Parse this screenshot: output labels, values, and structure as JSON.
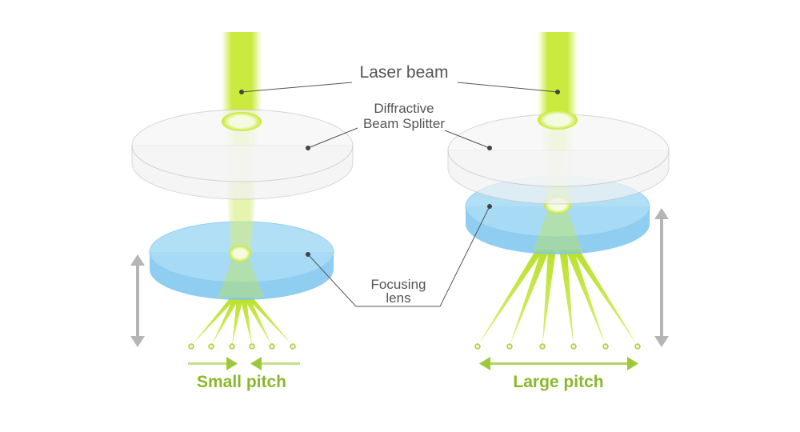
{
  "labels": {
    "laser_beam": "Laser beam",
    "splitter_line1": "Diffractive",
    "splitter_line2": "Beam Splitter",
    "lens_line1": "Focusing",
    "lens_line2": "lens",
    "small_pitch": "Small pitch",
    "large_pitch": "Large pitch"
  },
  "colors": {
    "beam": "#c5e82a",
    "pitch_text": "#8ab82a",
    "label_text": "#555555",
    "lens": "#8fd0f2",
    "arrow_gray": "#b5b5b5"
  }
}
